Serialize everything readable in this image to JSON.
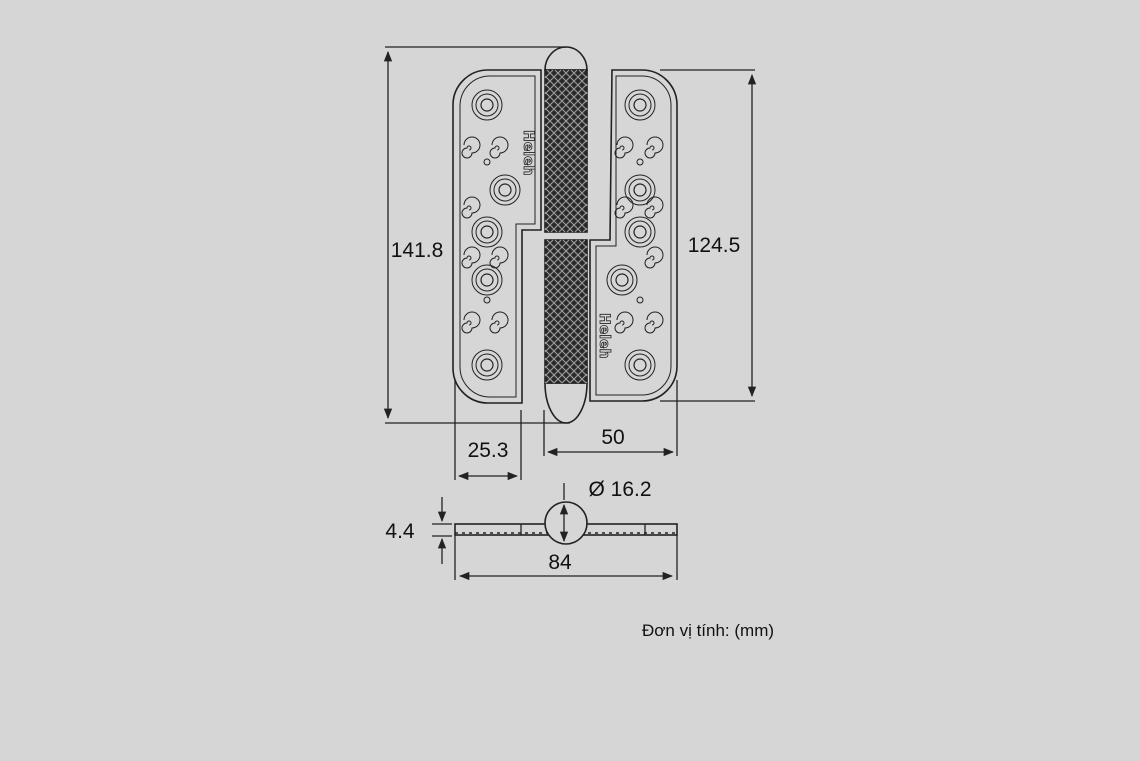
{
  "drawing": {
    "brand": "Heleh",
    "dimensions": {
      "total_height": "141.8",
      "leaf_height": "124.5",
      "leaf_width": "25.3",
      "open_leaf_width": "50",
      "pin_diameter": "Ø 16.2",
      "thickness": "4.4",
      "total_width": "84"
    },
    "unit_note": "Đơn vị tính: (mm)",
    "colors": {
      "background": "#d6d6d6",
      "line": "#222222",
      "knurl": "#2a2a2a"
    }
  }
}
